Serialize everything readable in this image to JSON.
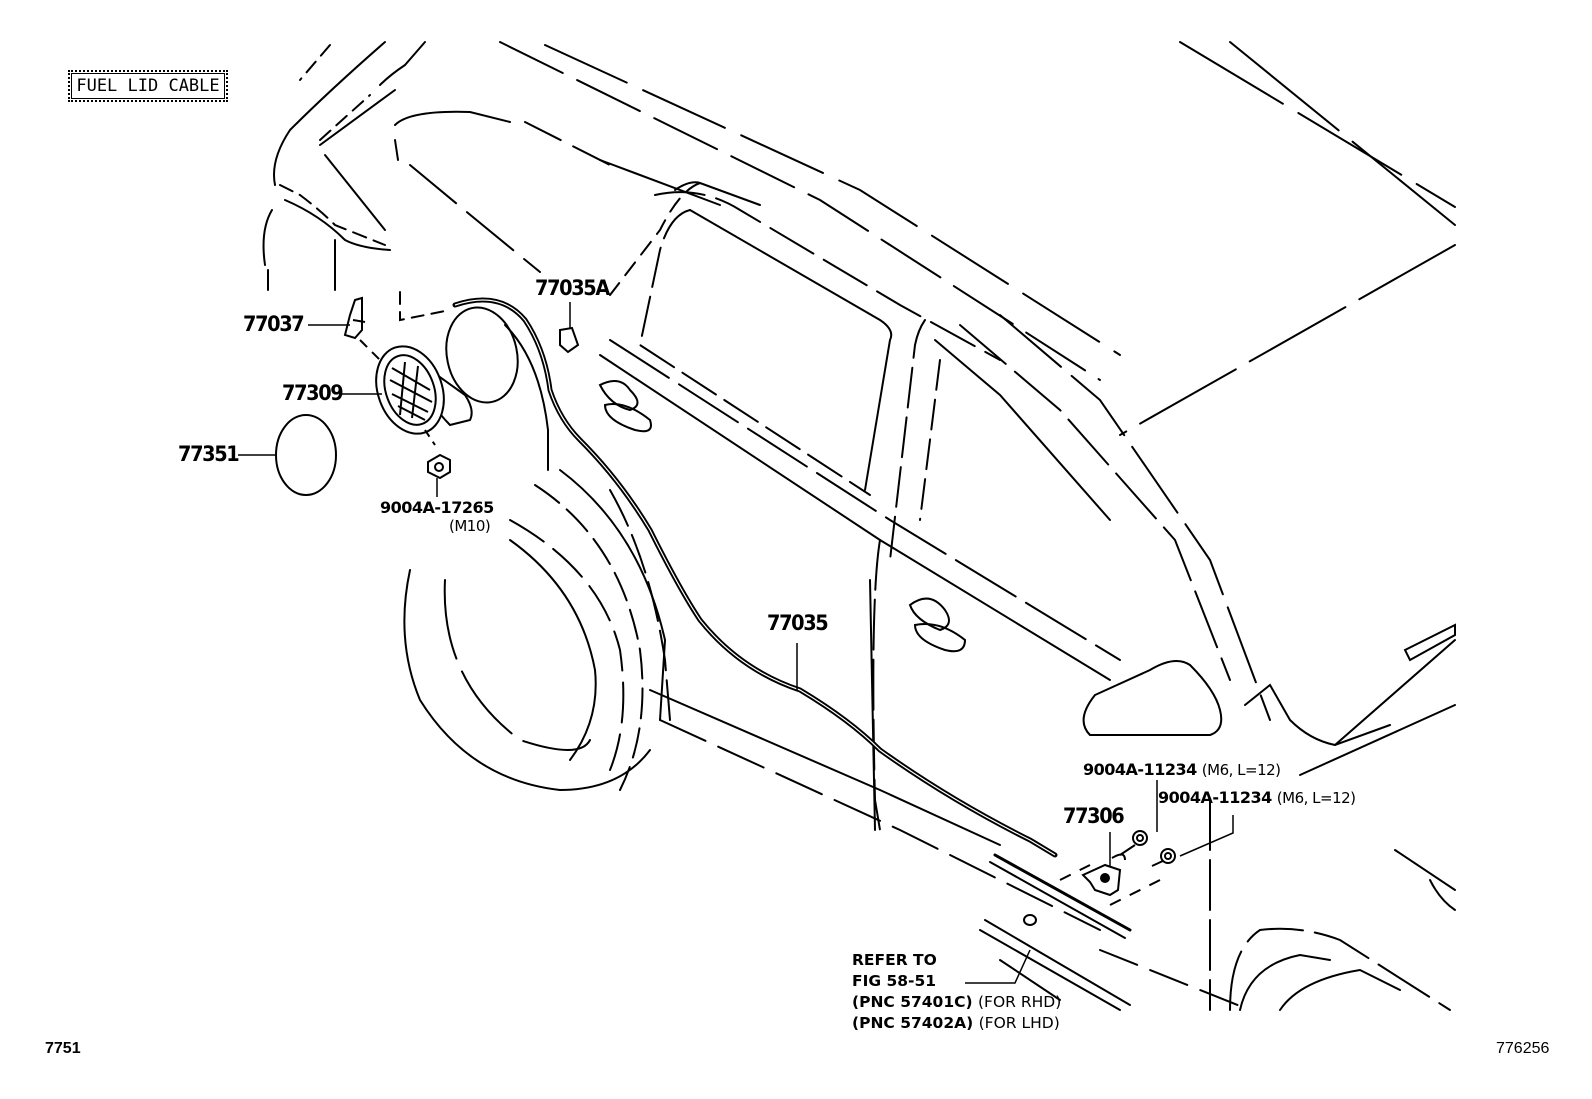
{
  "diagram": {
    "title": "FUEL LID CABLE",
    "figure_code": "7751",
    "illustration_id": "776256",
    "callouts": {
      "p77037": "77037",
      "p77309": "77309",
      "p77351": "77351",
      "p77035A": "77035A",
      "p77035": "77035",
      "p77306": "77306",
      "nut_17265": "9004A-17265",
      "nut_17265_spec": "(M10)",
      "bolt_11234_a": "9004A-11234",
      "bolt_11234_a_spec": "(M6, L=12)",
      "bolt_11234_b": "9004A-11234",
      "bolt_11234_b_spec": "(M6, L=12)"
    },
    "reference_note": {
      "line1": "REFER TO",
      "line2": "FIG 58-51",
      "line3_pnc": "(PNC 57401C)",
      "line3_cond": "(FOR RHD)",
      "line4_pnc": "(PNC 57402A)",
      "line4_cond": "(FOR LHD)"
    }
  }
}
